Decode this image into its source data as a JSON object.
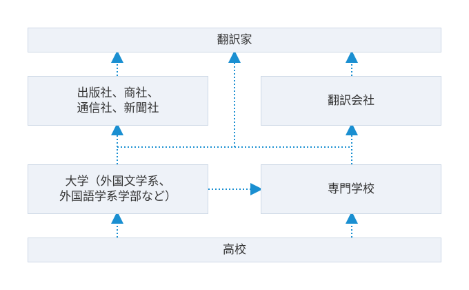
{
  "nodes": {
    "translator": "翻訳家",
    "publishers": [
      "出版社、商社、",
      "通信社、新聞社"
    ],
    "translation_company": "翻訳会社",
    "university": [
      "大学（外国文学系、",
      "外国語学系学部など）"
    ],
    "vocational_school": "専門学校",
    "high_school": "高校"
  },
  "colors": {
    "box_fill": "#eef2f8",
    "box_border": "#cdd8e6",
    "arrow": "#1a8fd1",
    "text": "#333333"
  }
}
